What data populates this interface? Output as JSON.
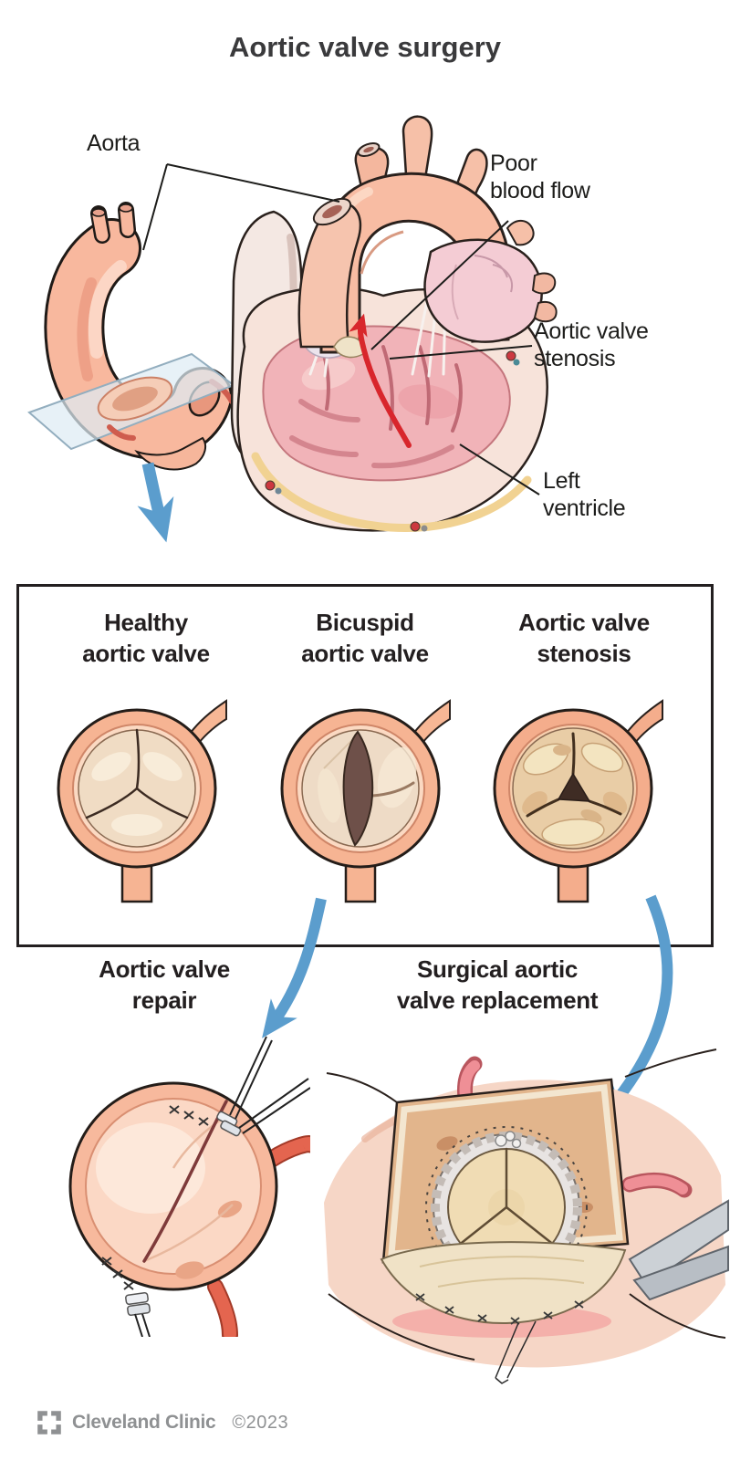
{
  "title": "Aortic valve surgery",
  "colors": {
    "accent_blue": "#5b9dcd",
    "salmon": "#f8bca3",
    "outline_dark": "#231f20",
    "red_arrow": "#d8262c",
    "footer_gray": "#8f9193",
    "panel_border": "#231f20"
  },
  "heart_labels": {
    "aorta": "Aorta",
    "poor_blood_flow": [
      "Poor",
      "blood flow"
    ],
    "aortic_valve_stenosis": [
      "Aortic valve",
      "stenosis"
    ],
    "left_ventricle": [
      "Left",
      "ventricle"
    ]
  },
  "valve_panel": {
    "items": [
      {
        "line1": "Healthy",
        "line2": "aortic valve"
      },
      {
        "line1": "Bicuspid",
        "line2": "aortic valve"
      },
      {
        "line1": "Aortic valve",
        "line2": "stenosis"
      }
    ]
  },
  "procedures": {
    "repair": {
      "line1": "Aortic valve",
      "line2": "repair"
    },
    "replacement": {
      "line1": "Surgical aortic",
      "line2": "valve replacement"
    }
  },
  "footer": {
    "brand": "Cleveland Clinic",
    "copyright": "©2023"
  }
}
